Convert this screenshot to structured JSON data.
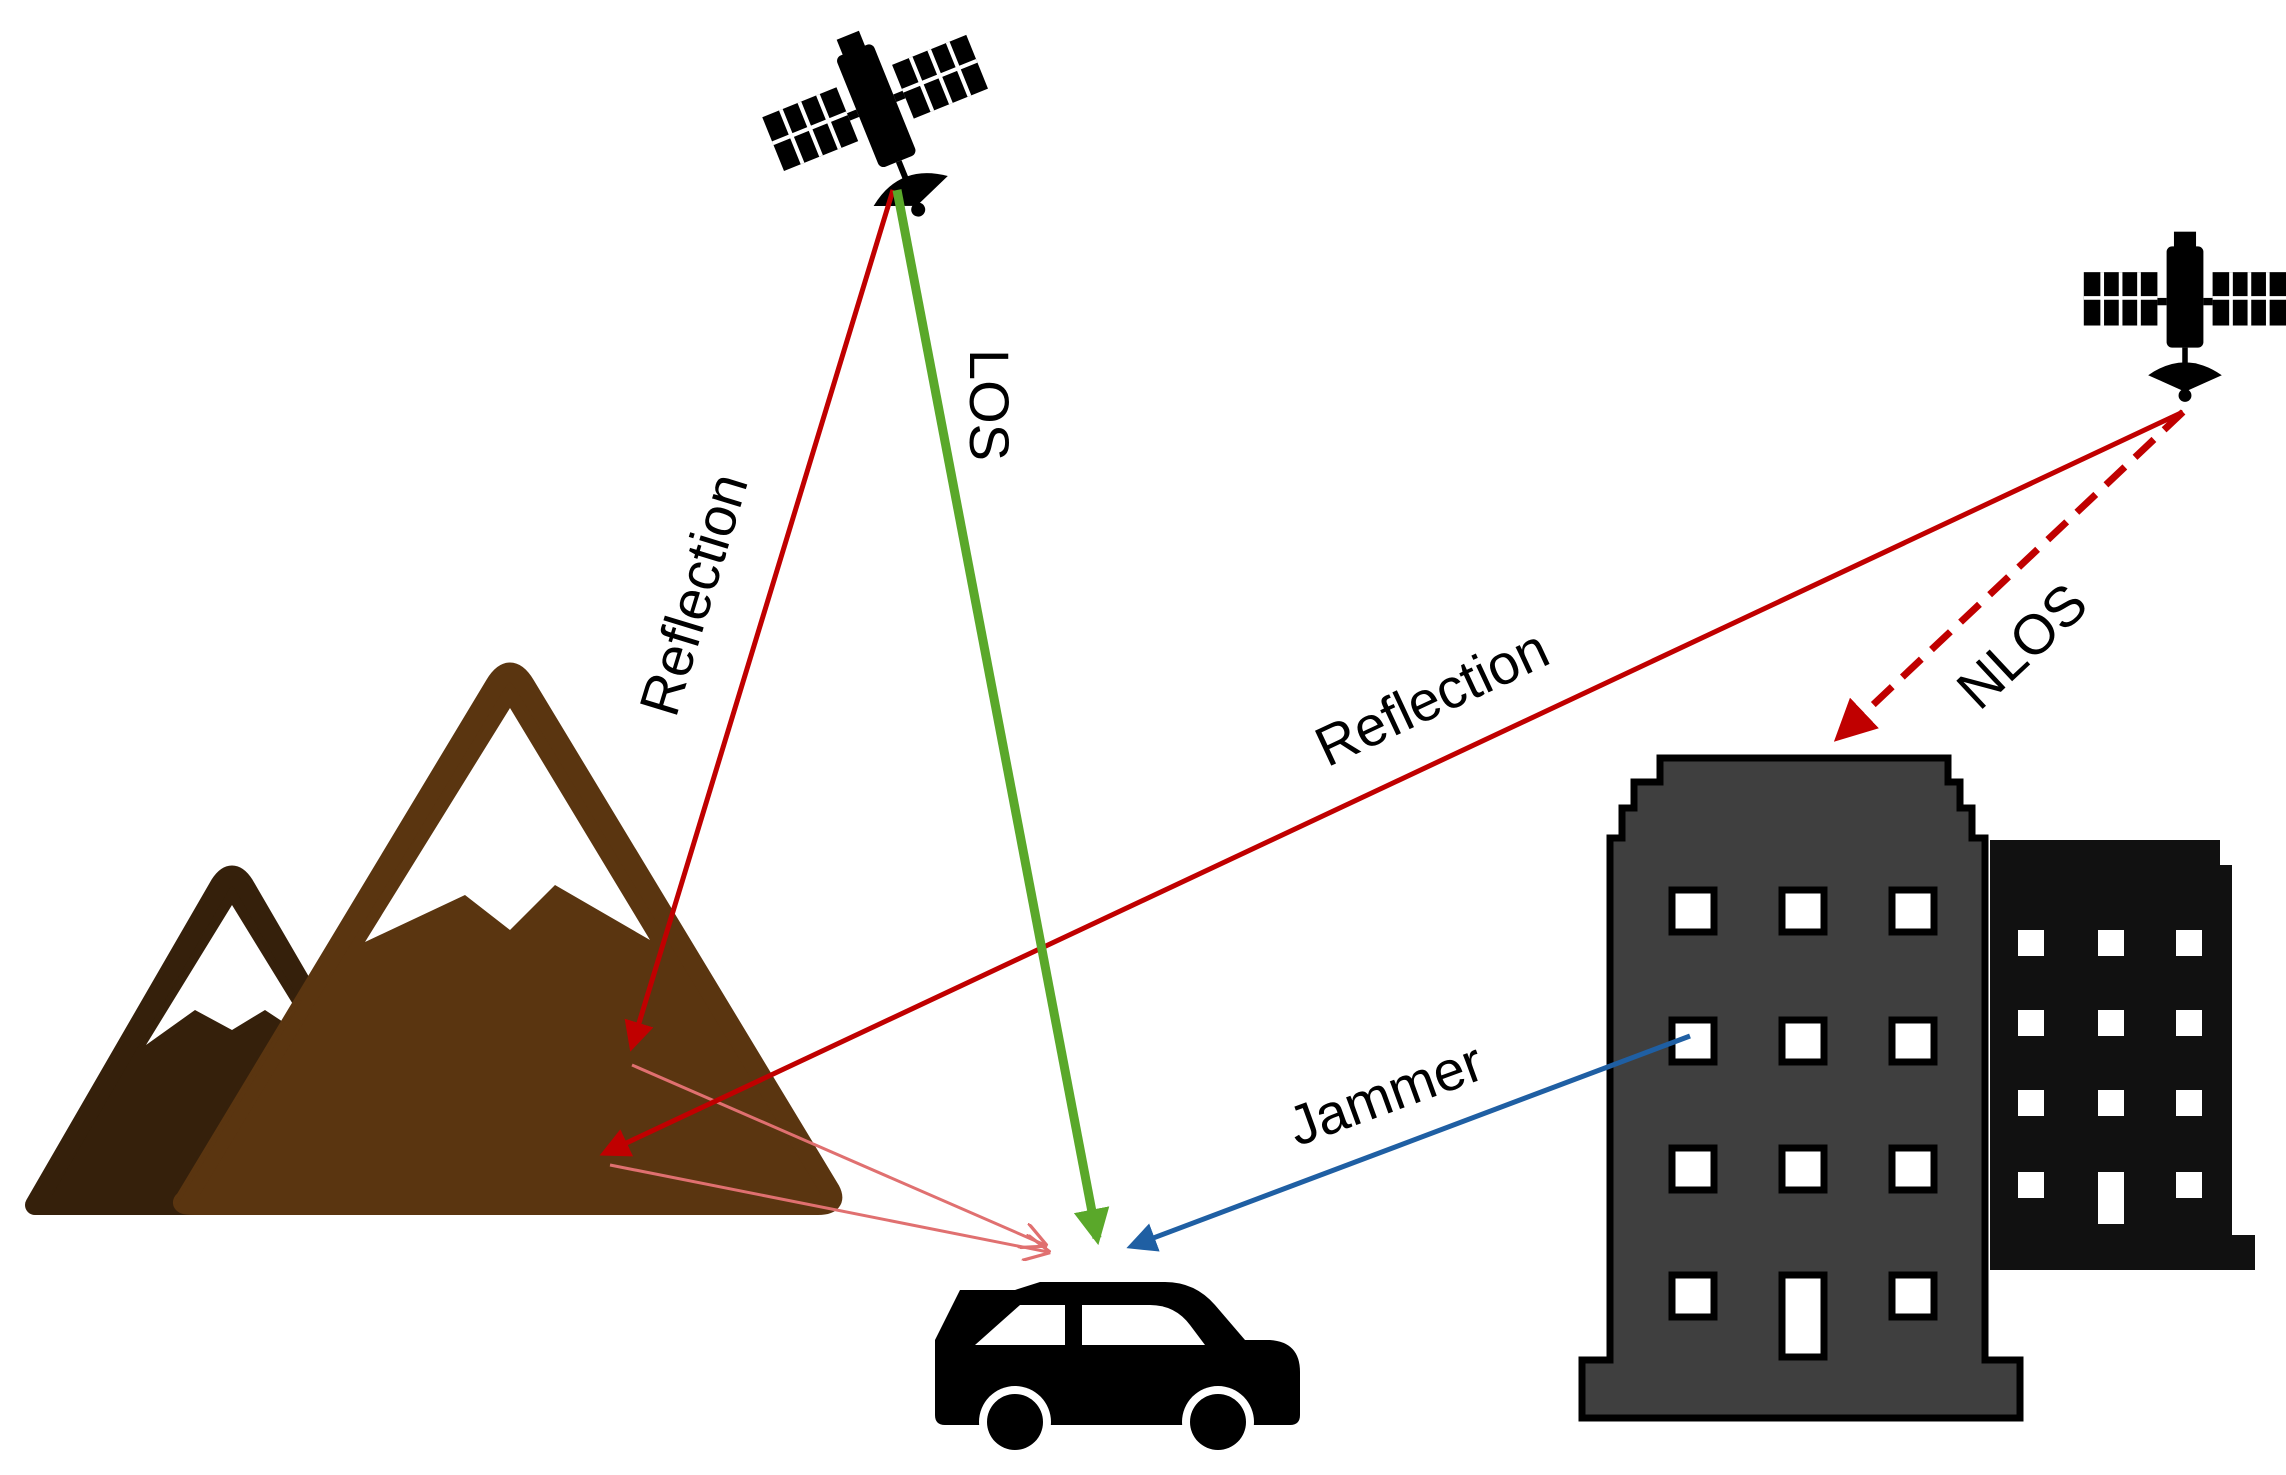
{
  "labels": {
    "los": "LOS",
    "reflection_left": "Reflection",
    "reflection_right": "Reflection",
    "nlos": "NLOS",
    "jammer": "Jammer"
  },
  "colors": {
    "los": "#5aa82a",
    "reflection": "#c00000",
    "reflection_scatter": "#e07070",
    "jammer": "#1f5fa3",
    "mountain_front": "#5a3510",
    "mountain_back": "#35200b",
    "snow": "#ffffff",
    "building_front": "#3f3f3f",
    "building_back": "#111111",
    "icon": "#000000"
  },
  "icons": {
    "satellite_left": "satellite-icon",
    "satellite_right": "satellite-icon",
    "car": "car-icon",
    "mountains": "mountain-icon",
    "buildings": "building-icon"
  }
}
